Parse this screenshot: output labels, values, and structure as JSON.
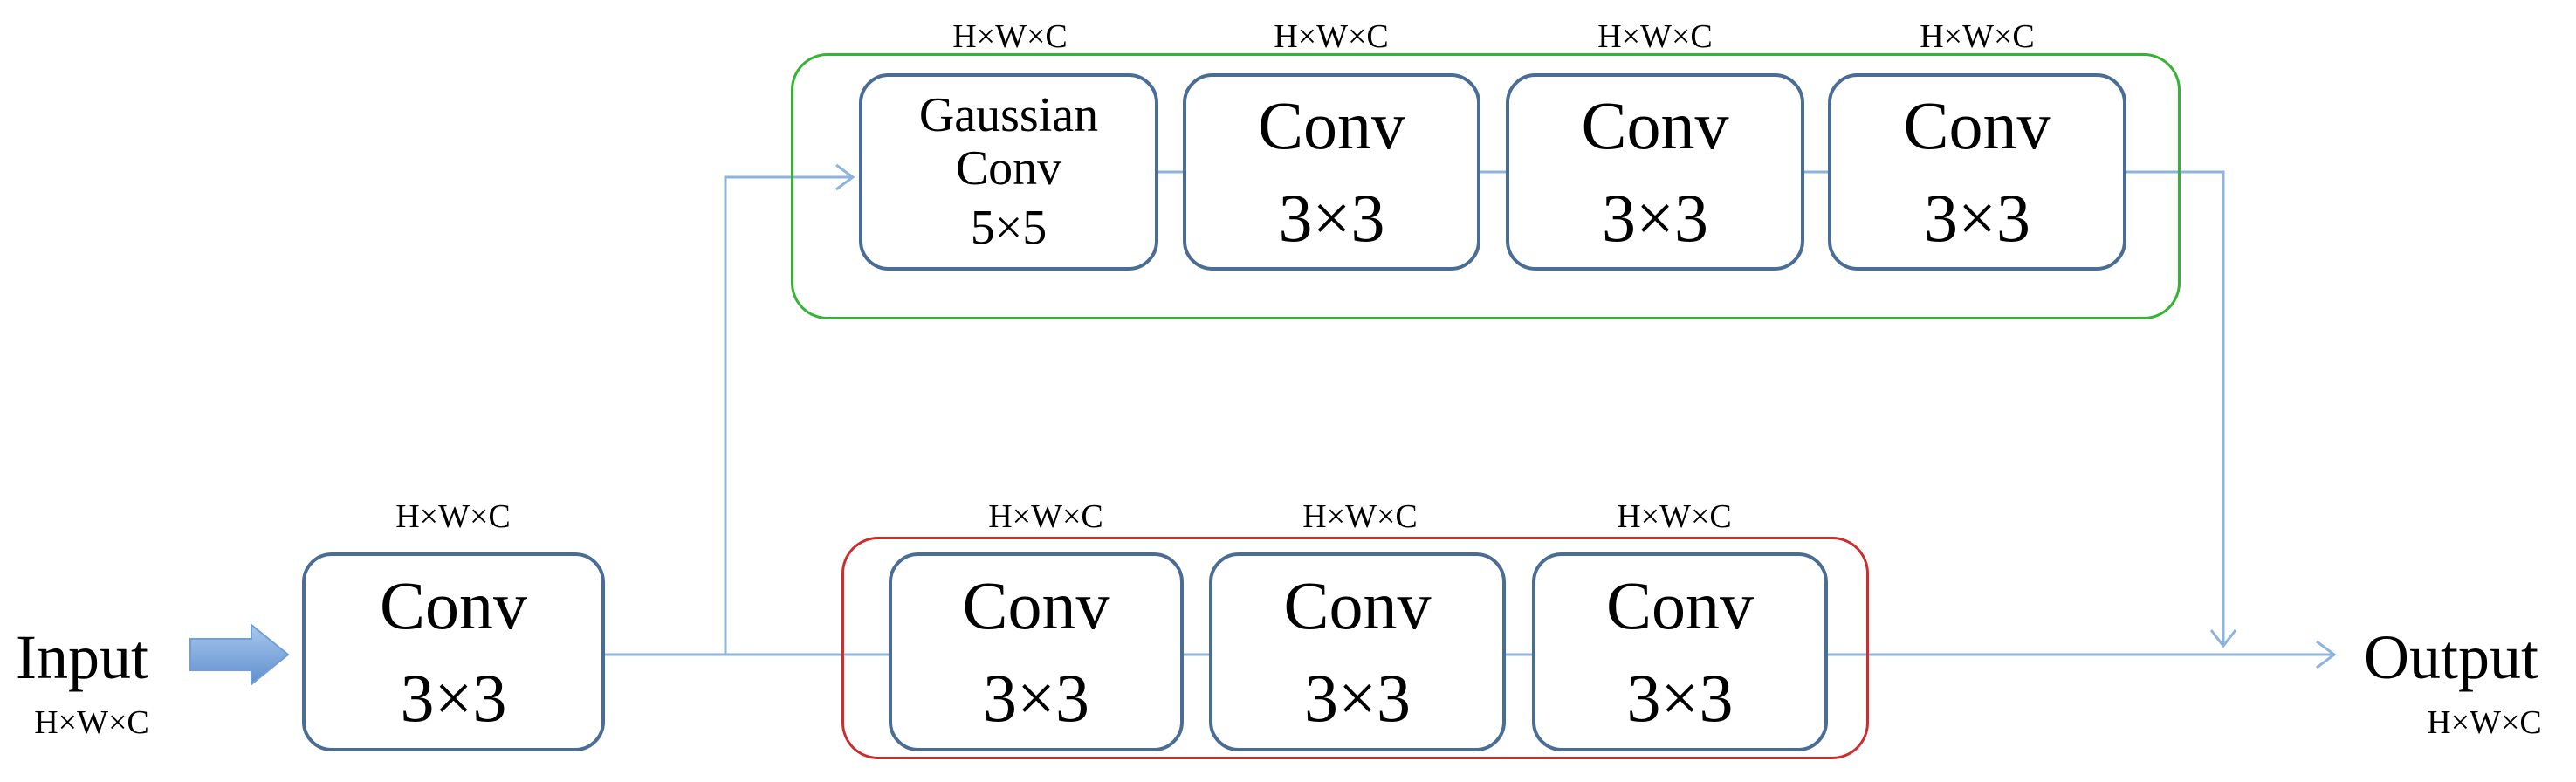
{
  "input": {
    "label": "Input",
    "dim": "H×W×C"
  },
  "output": {
    "label": "Output",
    "dim": "H×W×C"
  },
  "stem": {
    "name": "Conv",
    "size": "3×3",
    "dim": "H×W×C"
  },
  "top_branch": {
    "border_color": "#33b533",
    "blocks": [
      {
        "name": "Gaussian Conv",
        "size": "5×5",
        "dim": "H×W×C"
      },
      {
        "name": "Conv",
        "size": "3×3",
        "dim": "H×W×C"
      },
      {
        "name": "Conv",
        "size": "3×3",
        "dim": "H×W×C"
      },
      {
        "name": "Conv",
        "size": "3×3",
        "dim": "H×W×C"
      }
    ]
  },
  "bottom_branch": {
    "border_color": "#cc2e2e",
    "blocks": [
      {
        "name": "Conv",
        "size": "3×3",
        "dim": "H×W×C"
      },
      {
        "name": "Conv",
        "size": "3×3",
        "dim": "H×W×C"
      },
      {
        "name": "Conv",
        "size": "3×3",
        "dim": "H×W×C"
      }
    ]
  },
  "colors": {
    "block_border": "#4a6d96",
    "connector": "#8db4dd",
    "input_arrow": "#6f9fd8"
  }
}
